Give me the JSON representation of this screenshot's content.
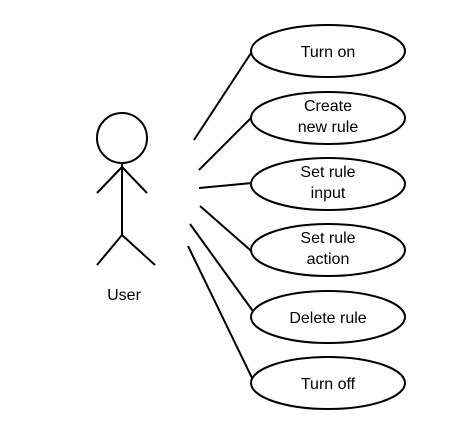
{
  "diagram": {
    "actor": {
      "label": "User"
    },
    "use_cases": [
      {
        "id": "turn-on",
        "lines": [
          "Turn on"
        ]
      },
      {
        "id": "create-new-rule",
        "lines": [
          "Create",
          "new rule"
        ]
      },
      {
        "id": "set-rule-input",
        "lines": [
          "Set rule",
          "input"
        ]
      },
      {
        "id": "set-rule-action",
        "lines": [
          "Set rule",
          "action"
        ]
      },
      {
        "id": "delete-rule",
        "lines": [
          "Delete rule"
        ]
      },
      {
        "id": "turn-off",
        "lines": [
          "Turn off"
        ]
      }
    ]
  }
}
